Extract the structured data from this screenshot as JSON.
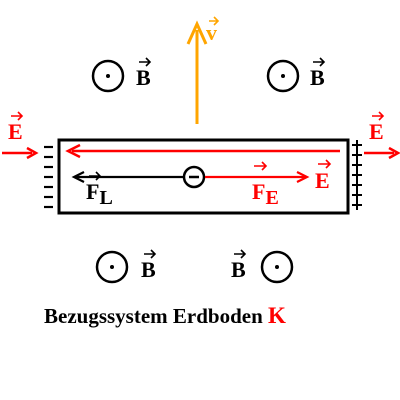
{
  "colors": {
    "black": "#000000",
    "red": "#ff0000",
    "orange": "#ffa500",
    "background": "#ffffff"
  },
  "labels": {
    "velocity": "v",
    "magnetic_field": "B",
    "electric_field": "E",
    "lorentz_force_main": "F",
    "lorentz_force_sub": "L",
    "electric_force_main": "F",
    "electric_force_sub": "E",
    "caption_text": "Bezugssystem Erdboden ",
    "caption_frame": "K",
    "plate_plus": "+",
    "plate_minus": "−"
  },
  "icons": {
    "field_out_of_page": "dot-in-circle-icon",
    "electron": "electron-minus-icon",
    "vector_arrow": "vector-arrow-accent"
  }
}
